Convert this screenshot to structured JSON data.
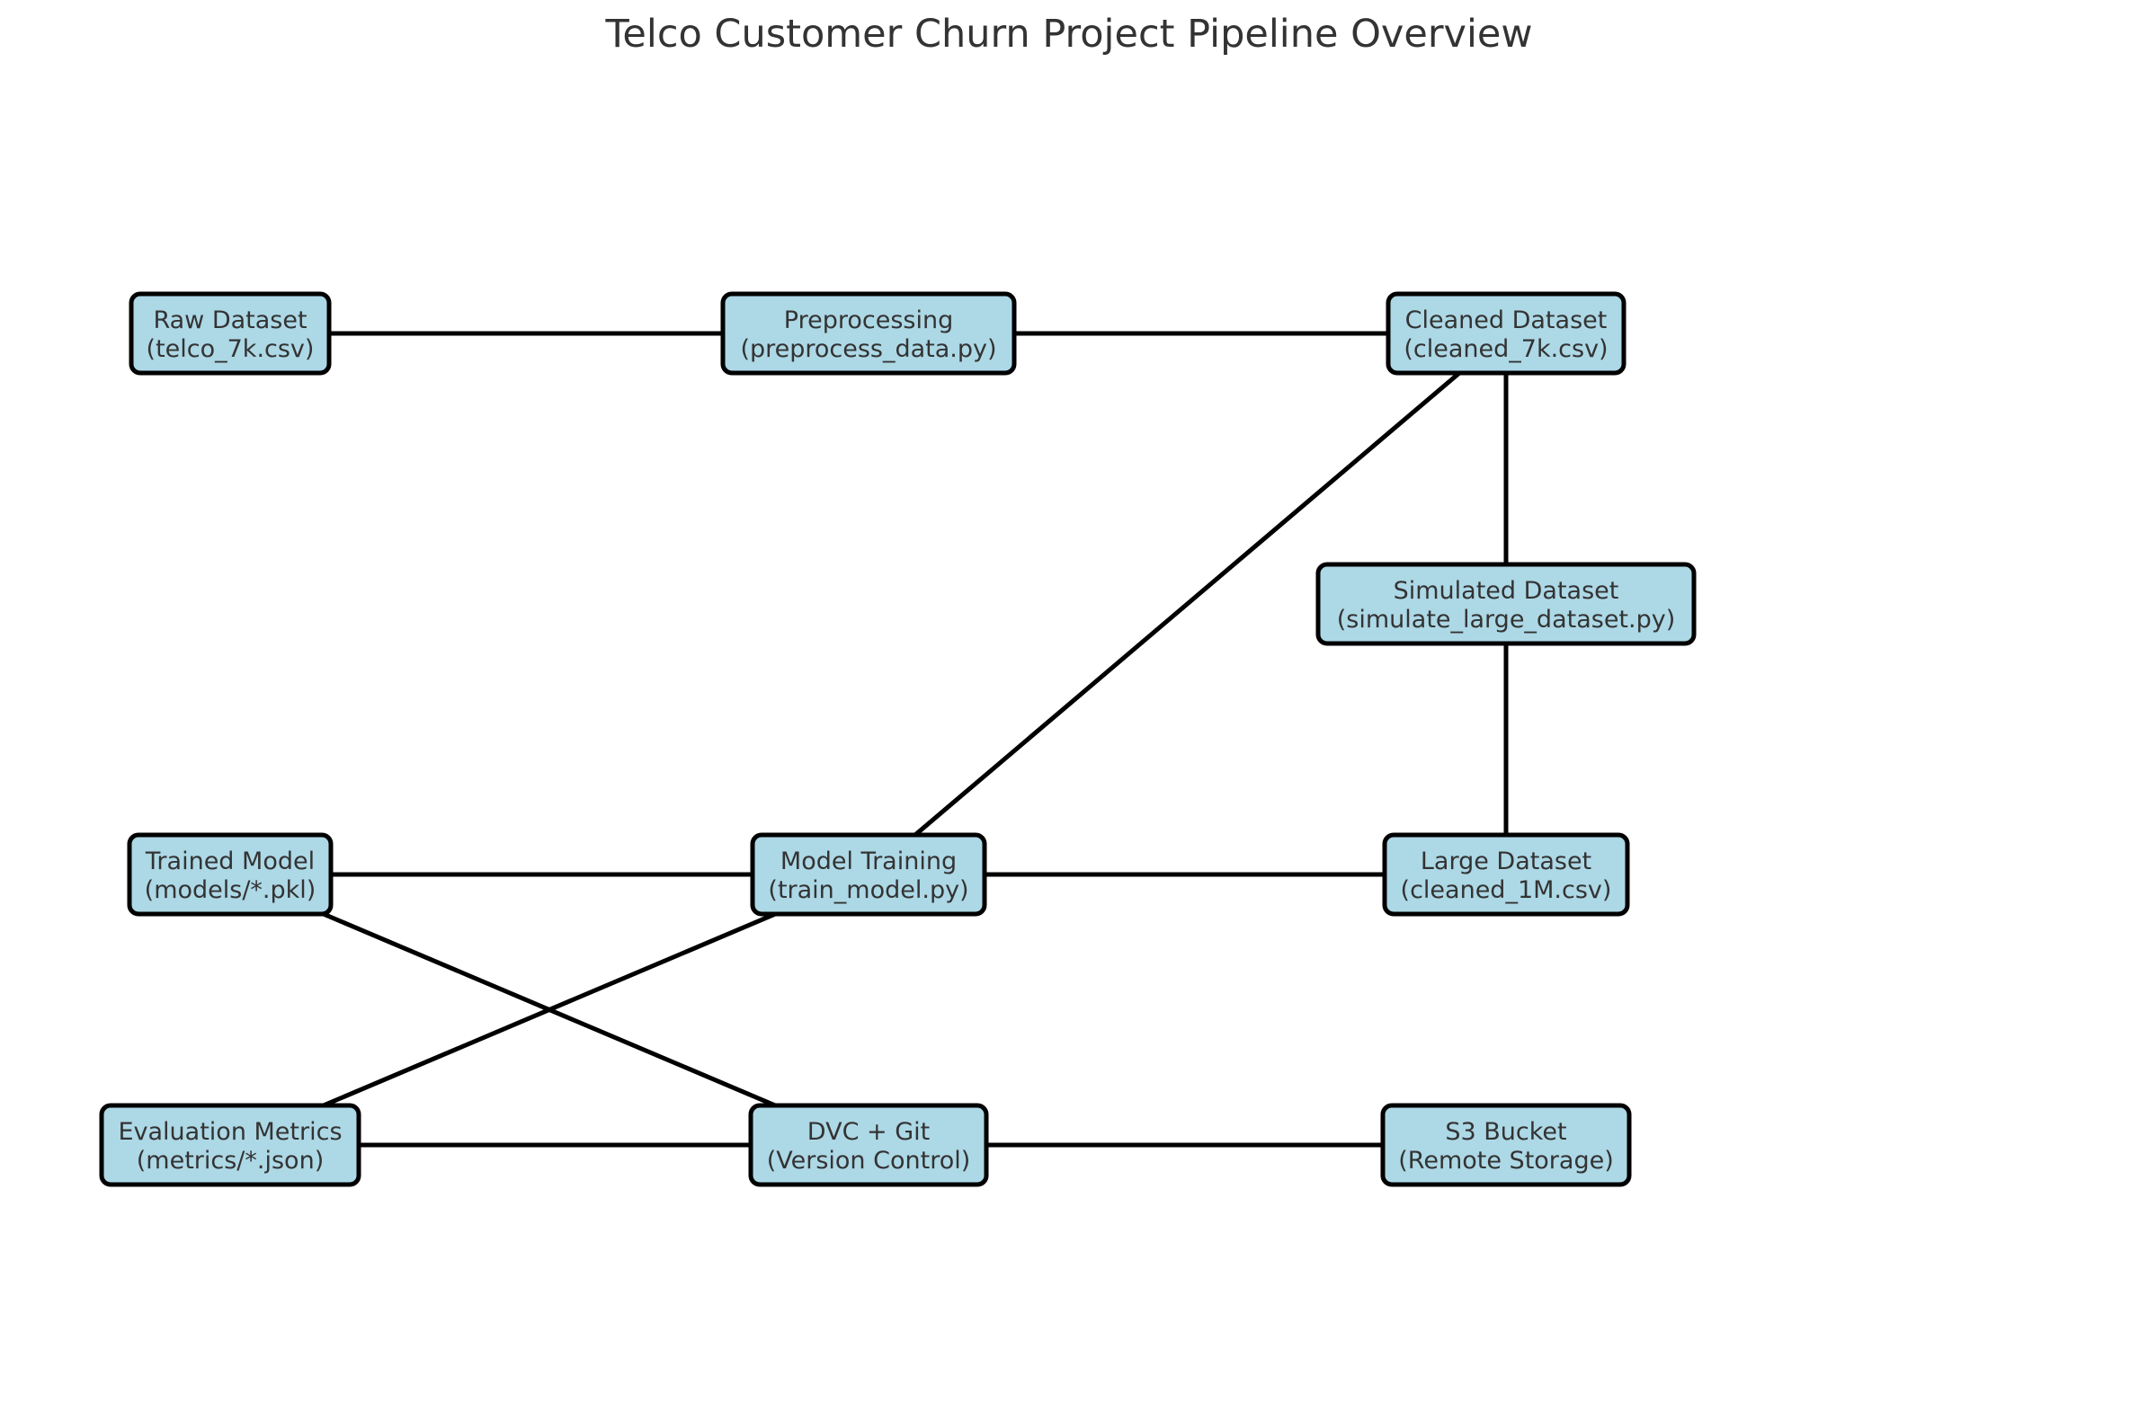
{
  "title": "Telco Customer Churn Project Pipeline Overview",
  "colors": {
    "node_fill": "#add8e6",
    "node_stroke": "#000000",
    "edge": "#000000",
    "text": "#333333"
  },
  "nodes": [
    {
      "id": "raw",
      "line1": "Raw Dataset",
      "line2": "(telco_7k.csv)"
    },
    {
      "id": "prep",
      "line1": "Preprocessing",
      "line2": "(preprocess_data.py)"
    },
    {
      "id": "clean",
      "line1": "Cleaned Dataset",
      "line2": "(cleaned_7k.csv)"
    },
    {
      "id": "sim",
      "line1": "Simulated Dataset",
      "line2": "(simulate_large_dataset.py)"
    },
    {
      "id": "trained",
      "line1": "Trained Model",
      "line2": "(models/*.pkl)"
    },
    {
      "id": "train",
      "line1": "Model Training",
      "line2": "(train_model.py)"
    },
    {
      "id": "large",
      "line1": "Large Dataset",
      "line2": "(cleaned_1M.csv)"
    },
    {
      "id": "eval",
      "line1": "Evaluation Metrics",
      "line2": "(metrics/*.json)"
    },
    {
      "id": "dvc",
      "line1": "DVC + Git",
      "line2": "(Version Control)"
    },
    {
      "id": "s3",
      "line1": "S3 Bucket",
      "line2": "(Remote Storage)"
    }
  ],
  "edges": [
    {
      "from": "raw",
      "to": "prep"
    },
    {
      "from": "prep",
      "to": "clean"
    },
    {
      "from": "clean",
      "to": "sim"
    },
    {
      "from": "sim",
      "to": "large"
    },
    {
      "from": "clean",
      "to": "train"
    },
    {
      "from": "large",
      "to": "train"
    },
    {
      "from": "train",
      "to": "trained"
    },
    {
      "from": "train",
      "to": "eval"
    },
    {
      "from": "trained",
      "to": "dvc"
    },
    {
      "from": "dvc",
      "to": "eval"
    },
    {
      "from": "dvc",
      "to": "s3"
    }
  ]
}
